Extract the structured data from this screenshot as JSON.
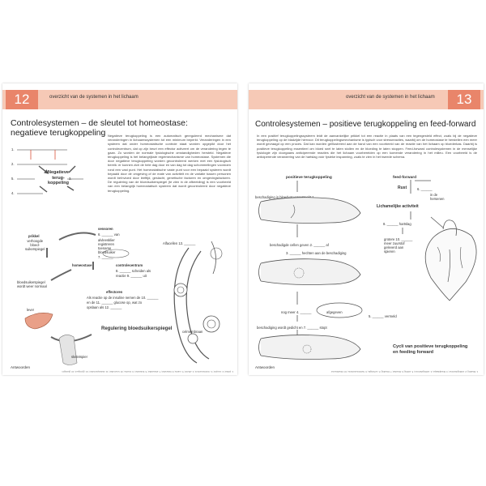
{
  "left_page": {
    "page_number": "12",
    "header": "overzicht van de systemen in het lichaam",
    "title_line1": "Controlesystemen – de sleutel tot homeostase:",
    "title_line2": "negatieve terugkoppeling",
    "body": "Negatieve terugkoppeling is een automatisch gereguleerd mechanisme dat veranderingen in lichaamssystemen tot een minimum beperkt. Veranderingen in een systeem dat onder homeostatische controle staat worden opgepikt door het controlecentrum, dat op zijn beurt een effector activeert om de verandering tegen te gaan. Zo worden de normale fysiologische omstandigheden hersteld. Negatieve terugkoppeling is het belangrijkste regelmechanisme van homeostase. Systemen die door negatieve terugkoppeling worden gecontroleerd werken met een fysiologisch bereik: er kunnen zich de hele dag door en van dag tot dag schommelingen voordoen rond een vast punt. Het homeostatische vaste punt voor een bepaald systeem wordt bepaald door de omgeving of de mate van activiteit en de variatie tussen personen wordt beïnvloed door leeftijd, geslacht, genetische factoren en omgevingsfactoren. De regulering van de bloedsuikerspiegel (te zien in de afbeelding) is een voorbeeld van een belangrijk homeostatisch systeem dat wordt gecontroleerd door negatieve terugkoppeling.",
    "diagram1": {
      "center_line1": "Negatieve",
      "center_line2": "terug-",
      "center_line3": "koppeling",
      "n1": "1.",
      "n2": "2.",
      "n3": "3.",
      "n4": "4.",
      "n5": "5."
    },
    "diagram2": {
      "prikkel": "prikkel",
      "prikkel_desc": "verhoogde\nbloed-\nsuikerspiegel",
      "sensoren": "sensoren",
      "sensor_6": "6. ______ van",
      "sensor_desc": "alvleesklier\nregistreren\ntoename\nbloedsuiker",
      "sensor_7": "7. ______",
      "homeostase": "homeostase",
      "controlecentrum": "controlecentrum",
      "cc_8": "8. ______ scheiden als",
      "cc_9": "reactie 9. ______ uit",
      "effectoren": "effectoren",
      "effect_1": "Als reactie op de insuline nemen de 10. ______",
      "effect_2": "en de 11. ______ glucose op, wat zo",
      "effect_3": "opslaan als 12. ______",
      "norm": "bloedsuikerspiegel\nwordt weer normaal",
      "alpha": "Alfacellen 13. ______",
      "cell_label": "celmembraan",
      "lever": "lever",
      "skelet": "skeletspier",
      "caption": "Regulering bloedsuikerspiegel"
    },
    "footer_label": "Antwoorden",
    "footer_answers": "1. prikkel; 2. receptor; 3. controlecentrum; 4. effector; 5. reactie; 6. bètacellen; 7. alvleesklier; 8. bètacellen; 9. insuline; 10. levercellen; 11. skeletspiercellen; 12. glycogeen; 13. glucagon"
  },
  "right_page": {
    "page_number": "13",
    "header": "overzicht van de systemen in het lichaam",
    "title": "Controlesystemen – positieve terugkoppeling en feed-forward",
    "body": "In een positief terugkoppelingssysteem leidt de aanvankelijke prikkel tot een reactie in plaats van een tegengesteld effect, zoals bij de negatieve terugkoppeling op de bladzijde hiervoor. Dit terugkoppelingsmechanisme is typisch voor stressreacties, waarbij om de homeostase te herstellen een meer wordt gevraagd op een proces. Dat kan worden geïllustreerd aan de hand van een voorbeeld van de reactie van het lichaam op bloederkas. Daarbij is positieve terugkoppeling essentieel om bloed snel te laten stollen en de bloeding te laten stoppen. Feed-forward controlesystemen in de menselijke fysiologie zijn doorgaans anticiperende reacties die het lichaam voorbereiden op een komende verandering in het milieu. Een voorbeeld is de anticiperende verandering van de hartslag vóór fysieke inspanning, zoals te zien in het tweede schema.",
    "pos_title": "positieve terugkoppeling",
    "ff_title": "feed-forward",
    "l1": "beschadiging in bloedvat veroorzaakt 1. ______",
    "l2": "beschadigde cellen geven 2. ______ af",
    "l3": "3. ______ hechten aan de beschadiging",
    "l4": "nog meer 4. ______",
    "l5": "afgegeven",
    "l6": "5. ______ vermeld",
    "l7": "beschadiging wordt gedicht en 7. ______ stopt",
    "rust": "Rust",
    "bloed_6": "6. ______",
    "in_de": "in de\nhersenen",
    "lich_act": "Lichamelijke activiteit",
    "hart_8": "8. ______ hartslag",
    "spier_9": "grotere 10. ______\nmeer zuurstof\ngeleverd aan\nspieren",
    "caption": "Cycli van positieve terugkoppeling\nen feeding forward",
    "footer_label": "Antwoorden",
    "footer_answers": "1. bloeding; 2. stollingsfactoren; 3. bloedplaatjes; 4. stollingsfactoren; 5. stolling; 6. bloedvat; 7. bloeding; 8. verhoogde; 9. hartminuutvolume; 10. bloedtoevoer"
  },
  "colors": {
    "header_band": "#f6c9b6",
    "page_number_box": "#e9856a",
    "accent_red": "#d9533a"
  }
}
